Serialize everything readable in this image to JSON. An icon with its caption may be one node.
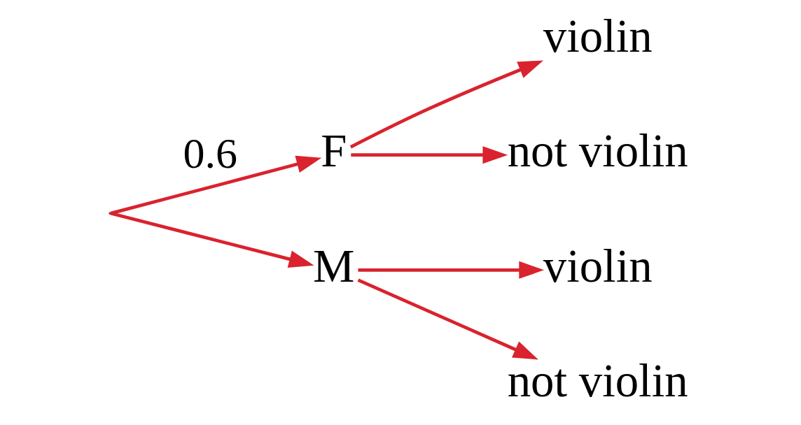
{
  "diagram": {
    "nodes": [
      {
        "text": [],
        "shape": "point"
      },
      {
        "text": [
          "F"
        ]
      },
      {
        "text": [
          "M"
        ]
      },
      {
        "text": [
          "violin"
        ]
      },
      {
        "text": [
          "not violin"
        ]
      },
      {
        "text": [
          "violin"
        ]
      },
      {
        "text": [
          "not violin"
        ]
      }
    ],
    "edges": [
      {
        "from": 0,
        "to": 1,
        "arrow": "to",
        "label": "0.6"
      },
      {
        "from": 0,
        "to": 2,
        "arrow": "to"
      },
      {
        "from": 1,
        "to": 3,
        "arrow": "to"
      },
      {
        "from": 1,
        "to": 4,
        "arrow": "to"
      },
      {
        "from": 2,
        "to": 5,
        "arrow": "to"
      },
      {
        "from": 2,
        "to": 6,
        "arrow": "to"
      }
    ]
  }
}
